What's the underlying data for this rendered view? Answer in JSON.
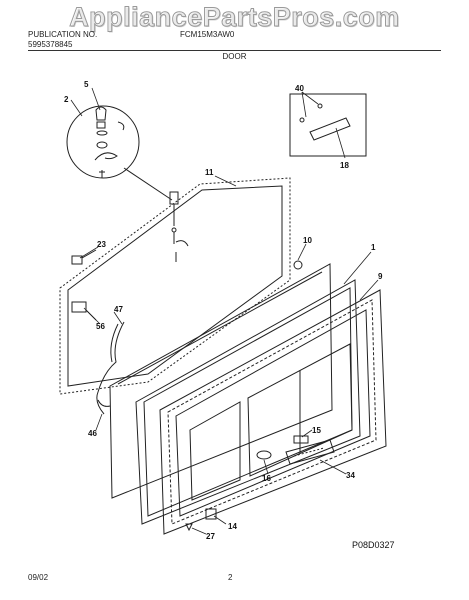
{
  "watermark": "AppliancePartsPros.com",
  "header": {
    "left_line1": "PUBLICATION NO.",
    "left_line2": "5995378845",
    "model": "FCM15M3AW0"
  },
  "section_title": "DOOR",
  "diagram_code": "P08D0327",
  "footer": {
    "date": "09/02",
    "page": "2"
  },
  "callouts": {
    "c40": "40",
    "c5": "5",
    "c2": "2",
    "c18": "18",
    "c11": "11",
    "c23": "23",
    "c10": "10",
    "c1": "1",
    "c9": "9",
    "c47": "47",
    "c56": "56",
    "c46": "46",
    "c15": "15",
    "c34": "34",
    "c16": "16",
    "c14": "14",
    "c27": "27"
  }
}
